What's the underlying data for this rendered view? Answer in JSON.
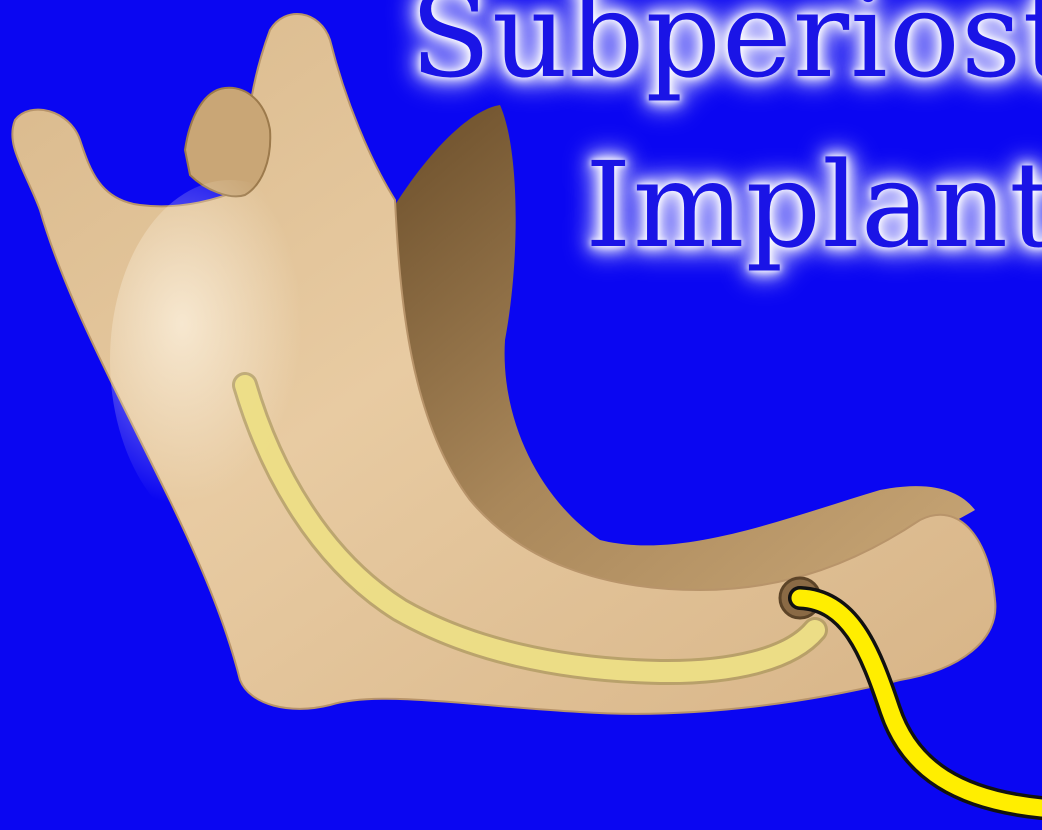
{
  "title": {
    "line1": "Subperioste",
    "line2": "Implant"
  },
  "colors": {
    "background": "#0a06f2",
    "title_text": "#1a14e6",
    "title_glow": "#ffffff",
    "bone": "#e6c59a",
    "bone_shadow": "#8a6a3e",
    "nerve_canal": "#f2e38a",
    "nerve": "#ffee00"
  },
  "illustration": {
    "subject": "mandible-bone",
    "features": [
      "mandibular-canal",
      "mental-foramen",
      "nerve-bundle"
    ]
  }
}
